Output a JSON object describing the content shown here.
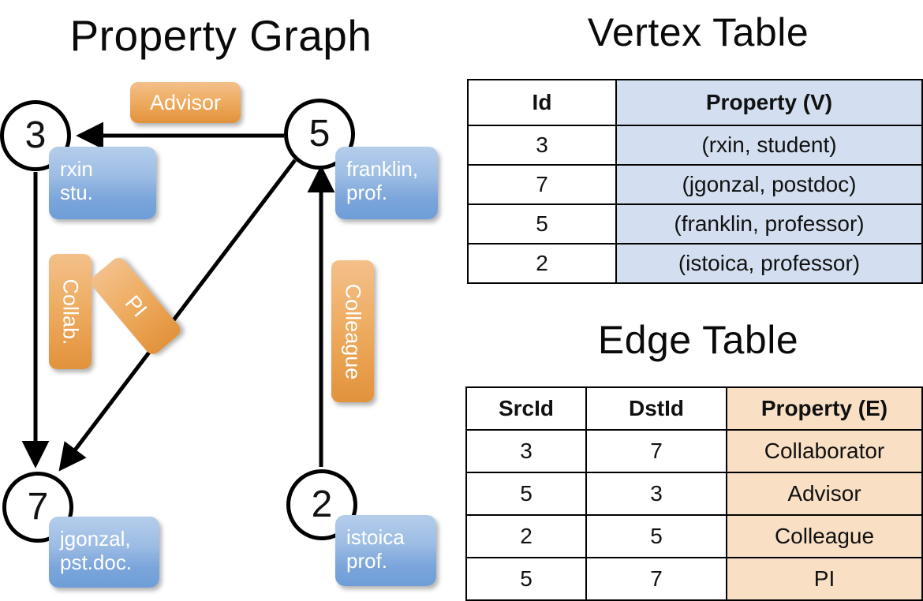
{
  "titles": {
    "property_graph": "Property Graph",
    "vertex_table": "Vertex Table",
    "edge_table": "Edge Table"
  },
  "graph": {
    "nodes": [
      {
        "id": "3",
        "property_line1": "rxin",
        "property_line2": "stu."
      },
      {
        "id": "5",
        "property_line1": "franklin,",
        "property_line2": "prof."
      },
      {
        "id": "7",
        "property_line1": "jgonzal,",
        "property_line2": "pst.doc."
      },
      {
        "id": "2",
        "property_line1": "istoica",
        "property_line2": "prof."
      }
    ],
    "edge_labels": {
      "advisor": "Advisor",
      "collaborator": "Collab.",
      "pi": "PI",
      "colleague": "Colleague"
    },
    "edges": [
      {
        "from": "5",
        "to": "3",
        "label": "Advisor"
      },
      {
        "from": "3",
        "to": "7",
        "label": "Collab."
      },
      {
        "from": "5",
        "to": "7",
        "label": "PI"
      },
      {
        "from": "2",
        "to": "5",
        "label": "Colleague"
      }
    ]
  },
  "vertex_table": {
    "headers": [
      "Id",
      "Property (V)"
    ],
    "rows": [
      {
        "id": "3",
        "property": "(rxin, student)"
      },
      {
        "id": "7",
        "property": "(jgonzal, postdoc)"
      },
      {
        "id": "5",
        "property": "(franklin, professor)"
      },
      {
        "id": "2",
        "property": "(istoica, professor)"
      }
    ]
  },
  "edge_table": {
    "headers": [
      "SrcId",
      "DstId",
      "Property (E)"
    ],
    "rows": [
      {
        "src": "3",
        "dst": "7",
        "property": "Collaborator"
      },
      {
        "src": "5",
        "dst": "3",
        "property": "Advisor"
      },
      {
        "src": "2",
        "dst": "5",
        "property": "Colleague"
      },
      {
        "src": "5",
        "dst": "7",
        "property": "PI"
      }
    ]
  },
  "colors": {
    "vertex_property_fill": "#d3dff0",
    "edge_property_fill": "#f9e0c5",
    "node_box_blue": "#7ba5db",
    "edge_label_orange": "#eead63",
    "stroke": "#000000",
    "background": "#ffffff"
  }
}
